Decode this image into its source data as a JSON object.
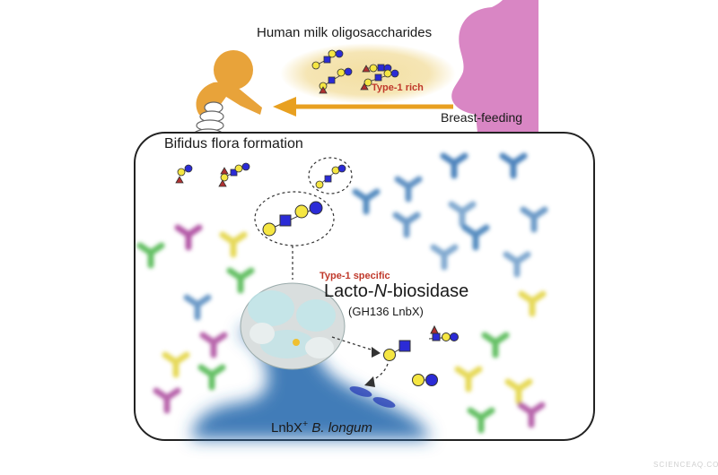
{
  "labels": {
    "hmo": "Human milk oligosaccharides",
    "type1_rich": "Type-1 rich",
    "breast_feeding": "Breast-feeding",
    "bifidus": "Bifidus flora formation",
    "type1_specific": "Type-1 specific",
    "enzyme_prefix": "Lacto-",
    "enzyme_italic": "N",
    "enzyme_suffix": "-biosidase",
    "enzyme_code": "(GH136 LnbX)",
    "bacterium_prefix": "LnbX",
    "bacterium_sup": "+",
    "bacterium_species": "B. longum",
    "watermark": "SCIENCEAQ.COM"
  },
  "colors": {
    "galactose": "#f5e642",
    "glucose": "#2b2bd6",
    "glcnac": "#2b2bd6",
    "fucose": "#b03030",
    "infant": "#e8a33a",
    "mother": "#d986c4",
    "arrow": "#e8a020",
    "hmo_cloud": "#f3dfa2",
    "bacterium": "#2d6fb0"
  },
  "icons": {
    "infant": "infant-silhouette-icon",
    "mother": "mother-silhouette-icon",
    "diaper": "diaper-icon",
    "enzyme": "protein-structure-icon",
    "antibody": "y-shaped-microbe-icon"
  }
}
